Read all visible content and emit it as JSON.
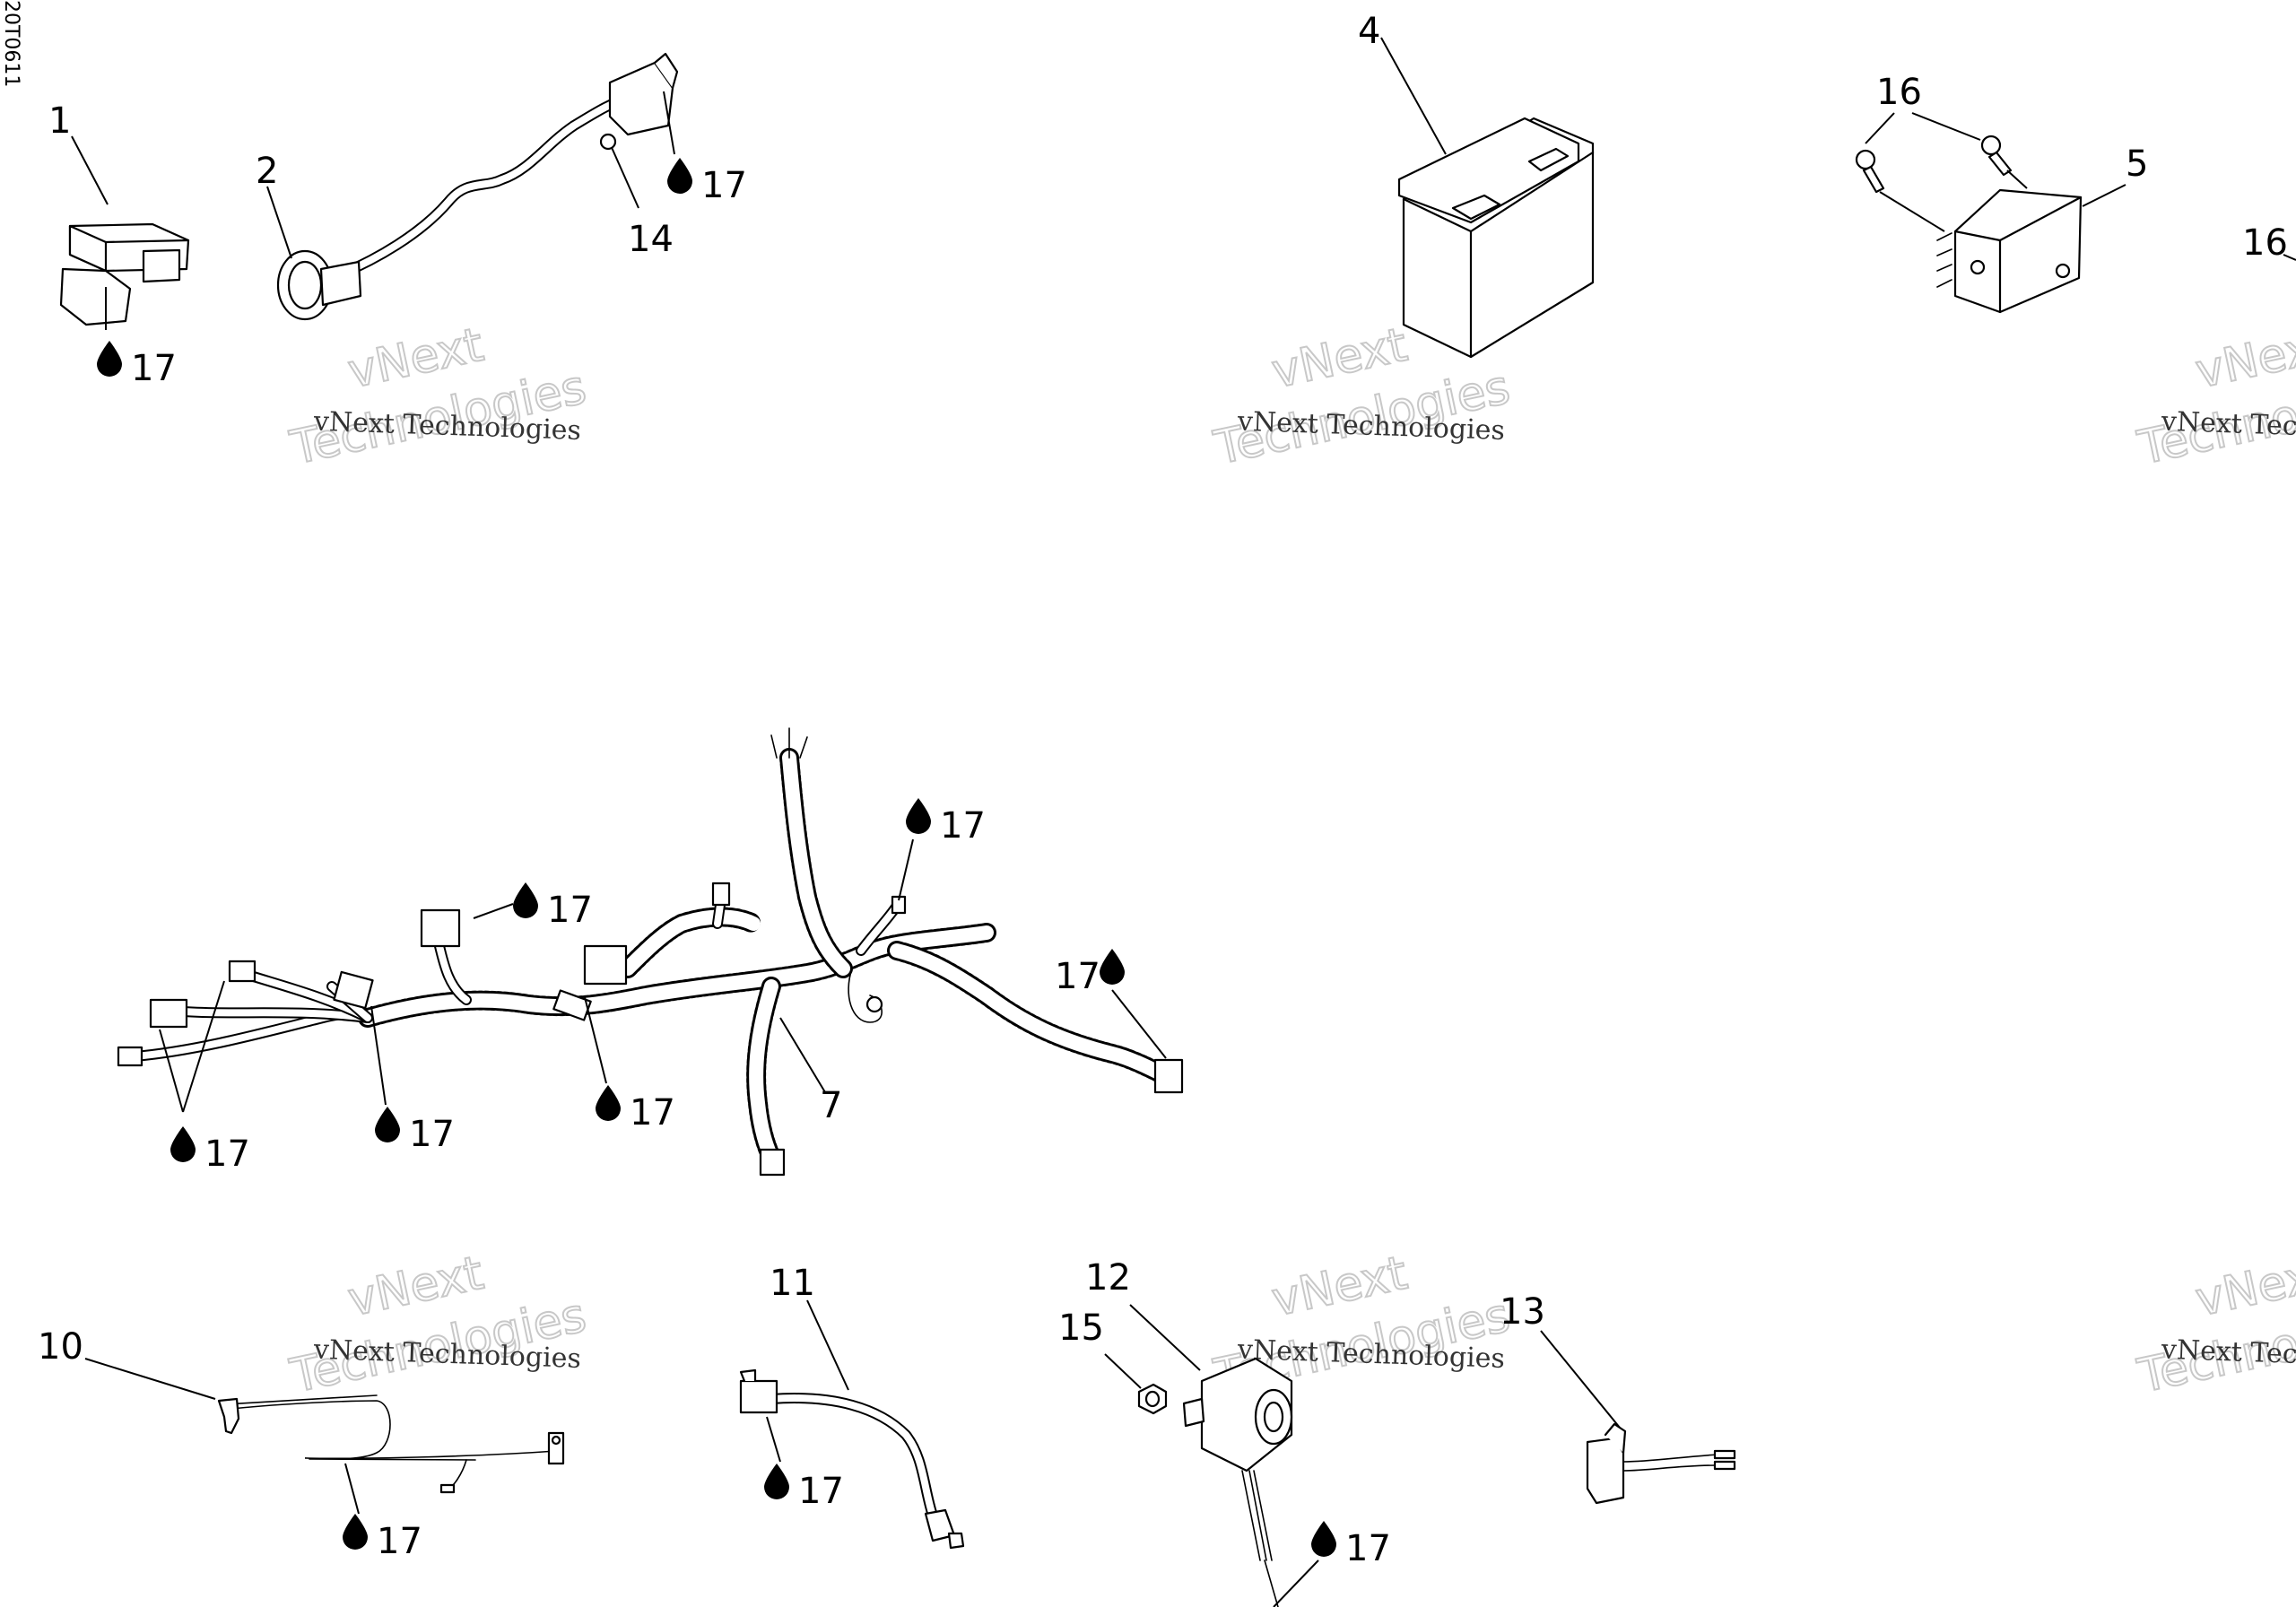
{
  "figure_ref": "20T0611",
  "watermark": {
    "line": "vNext Technologies",
    "big_top": "vNext",
    "big_bottom": "Technologies"
  },
  "lube_ref": "17",
  "callouts": {
    "c1": "1",
    "c2": "2",
    "c4": "4",
    "c5": "5",
    "c7": "7",
    "c10": "10",
    "c11": "11",
    "c12": "12",
    "c13": "13",
    "c14": "14",
    "c15": "15",
    "c16a": "16",
    "c16b": "16"
  }
}
